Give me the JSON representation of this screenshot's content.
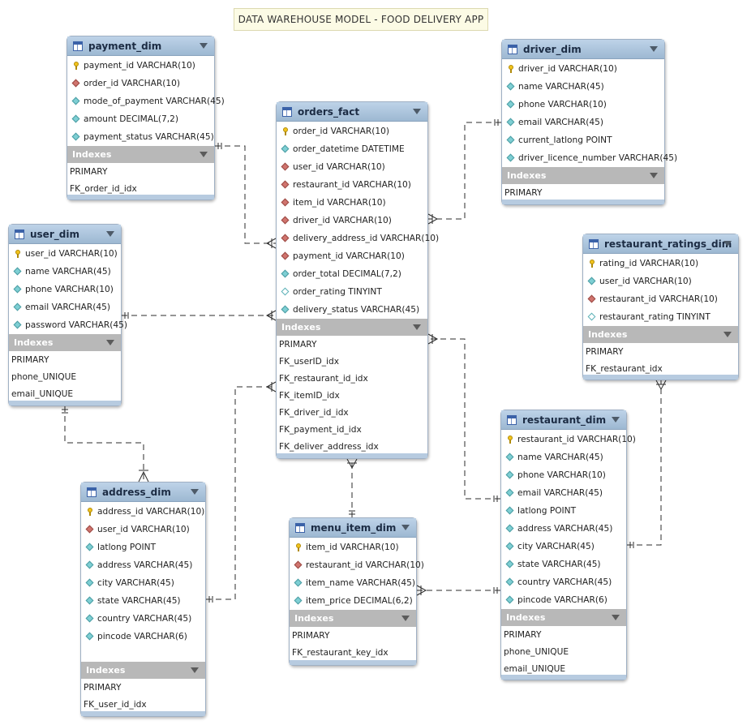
{
  "title": "DATA WAREHOUSE MODEL - FOOD DELIVERY APP",
  "indexes_label": "Indexes",
  "colors": {
    "header": "#a8c0d8",
    "indexes_header": "#b8b8b8",
    "primary_key_icon": "#f2c31c",
    "foreign_key_icon": "#d0746e",
    "column_icon": "#7ecfd4",
    "title_background": "#fcfbe5"
  },
  "tables": {
    "payment_dim": {
      "name": "payment_dim",
      "columns": [
        {
          "text": "payment_id VARCHAR(10)",
          "icon": "key"
        },
        {
          "text": "order_id VARCHAR(10)",
          "icon": "fk"
        },
        {
          "text": "mode_of_payment VARCHAR(45)",
          "icon": "col"
        },
        {
          "text": "amount DECIMAL(7,2)",
          "icon": "col"
        },
        {
          "text": "payment_status VARCHAR(45)",
          "icon": "col"
        }
      ],
      "indexes": [
        "PRIMARY",
        "FK_order_id_idx"
      ]
    },
    "user_dim": {
      "name": "user_dim",
      "columns": [
        {
          "text": "user_id VARCHAR(10)",
          "icon": "key"
        },
        {
          "text": "name VARCHAR(45)",
          "icon": "col"
        },
        {
          "text": "phone VARCHAR(10)",
          "icon": "col"
        },
        {
          "text": "email VARCHAR(45)",
          "icon": "col"
        },
        {
          "text": "password VARCHAR(45)",
          "icon": "col"
        }
      ],
      "indexes": [
        "PRIMARY",
        "phone_UNIQUE",
        "email_UNIQUE"
      ]
    },
    "address_dim": {
      "name": "address_dim",
      "columns": [
        {
          "text": "address_id VARCHAR(10)",
          "icon": "key"
        },
        {
          "text": "user_id VARCHAR(10)",
          "icon": "fk"
        },
        {
          "text": "latlong POINT",
          "icon": "col"
        },
        {
          "text": "address VARCHAR(45)",
          "icon": "col"
        },
        {
          "text": "city VARCHAR(45)",
          "icon": "col"
        },
        {
          "text": "state VARCHAR(45)",
          "icon": "col"
        },
        {
          "text": "country VARCHAR(45)",
          "icon": "col"
        },
        {
          "text": "pincode VARCHAR(6)",
          "icon": "col"
        }
      ],
      "indexes": [
        "PRIMARY",
        "FK_user_id_idx"
      ]
    },
    "orders_fact": {
      "name": "orders_fact",
      "columns": [
        {
          "text": "order_id VARCHAR(10)",
          "icon": "key"
        },
        {
          "text": "order_datetime DATETIME",
          "icon": "col"
        },
        {
          "text": "user_id VARCHAR(10)",
          "icon": "fk"
        },
        {
          "text": "restaurant_id VARCHAR(10)",
          "icon": "fk"
        },
        {
          "text": "item_id VARCHAR(10)",
          "icon": "fk"
        },
        {
          "text": "driver_id VARCHAR(10)",
          "icon": "fk"
        },
        {
          "text": "delivery_address_id VARCHAR(10)",
          "icon": "fk"
        },
        {
          "text": "payment_id VARCHAR(10)",
          "icon": "fk"
        },
        {
          "text": "order_total DECIMAL(7,2)",
          "icon": "col"
        },
        {
          "text": "order_rating TINYINT",
          "icon": "null"
        },
        {
          "text": "delivery_status VARCHAR(45)",
          "icon": "col"
        }
      ],
      "indexes": [
        "PRIMARY",
        "FK_userID_idx",
        "FK_restaurant_id_idx",
        "FK_itemID_idx",
        "FK_driver_id_idx",
        "FK_payment_id_idx",
        "FK_deliver_address_idx"
      ]
    },
    "menu_item_dim": {
      "name": "menu_item_dim",
      "columns": [
        {
          "text": "item_id VARCHAR(10)",
          "icon": "key"
        },
        {
          "text": "restaurant_id VARCHAR(10)",
          "icon": "fk"
        },
        {
          "text": "item_name VARCHAR(45)",
          "icon": "col"
        },
        {
          "text": "item_price DECIMAL(6,2)",
          "icon": "col"
        }
      ],
      "indexes": [
        "PRIMARY",
        "FK_restaurant_key_idx"
      ]
    },
    "driver_dim": {
      "name": "driver_dim",
      "columns": [
        {
          "text": "driver_id VARCHAR(10)",
          "icon": "key"
        },
        {
          "text": "name VARCHAR(45)",
          "icon": "col"
        },
        {
          "text": "phone VARCHAR(10)",
          "icon": "col"
        },
        {
          "text": "email VARCHAR(45)",
          "icon": "col"
        },
        {
          "text": "current_latlong POINT",
          "icon": "col"
        },
        {
          "text": "driver_licence_number VARCHAR(45)",
          "icon": "col"
        }
      ],
      "indexes": [
        "PRIMARY"
      ]
    },
    "restaurant_ratings_dim": {
      "name": "restaurant_ratings_dim",
      "columns": [
        {
          "text": "rating_id VARCHAR(10)",
          "icon": "key"
        },
        {
          "text": "user_id VARCHAR(10)",
          "icon": "col"
        },
        {
          "text": "restaurant_id VARCHAR(10)",
          "icon": "fk"
        },
        {
          "text": "restaurant_rating TINYINT",
          "icon": "null"
        }
      ],
      "indexes": [
        "PRIMARY",
        "FK_restaurant_idx"
      ]
    },
    "restaurant_dim": {
      "name": "restaurant_dim",
      "columns": [
        {
          "text": "restaurant_id VARCHAR(10)",
          "icon": "key"
        },
        {
          "text": "name VARCHAR(45)",
          "icon": "col"
        },
        {
          "text": "phone VARCHAR(10)",
          "icon": "col"
        },
        {
          "text": "email VARCHAR(45)",
          "icon": "col"
        },
        {
          "text": "latlong POINT",
          "icon": "col"
        },
        {
          "text": "address VARCHAR(45)",
          "icon": "col"
        },
        {
          "text": "city VARCHAR(45)",
          "icon": "col"
        },
        {
          "text": "state VARCHAR(45)",
          "icon": "col"
        },
        {
          "text": "country VARCHAR(45)",
          "icon": "col"
        },
        {
          "text": "pincode VARCHAR(6)",
          "icon": "col"
        }
      ],
      "indexes": [
        "PRIMARY",
        "phone_UNIQUE",
        "email_UNIQUE"
      ]
    }
  }
}
